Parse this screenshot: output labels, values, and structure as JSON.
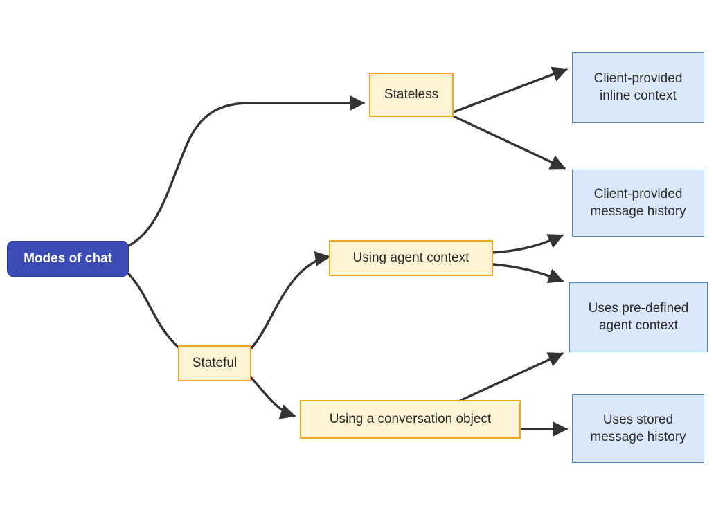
{
  "diagram": {
    "title": "Modes of chat",
    "type": "flowchart",
    "direction": "left-to-right",
    "colors": {
      "root_fill": "#3c4bb5",
      "root_border": "#2f3c96",
      "root_text": "#ffffff",
      "decision_fill": "#fff4d6",
      "decision_border": "#f5a623",
      "outcome_fill": "#dbe8fb",
      "outcome_border": "#4a86c8",
      "edge": "#333333",
      "background": "#ffffff"
    },
    "nodes": [
      {
        "id": "root",
        "label": "Modes of chat",
        "kind": "root"
      },
      {
        "id": "stateless",
        "label": "Stateless",
        "kind": "decision"
      },
      {
        "id": "stateful",
        "label": "Stateful",
        "kind": "decision"
      },
      {
        "id": "agentctx",
        "label": "Using agent context",
        "kind": "decision"
      },
      {
        "id": "convobj",
        "label": "Using a conversation object",
        "kind": "decision"
      },
      {
        "id": "inline",
        "label": "Client-provided\ninline context",
        "kind": "outcome"
      },
      {
        "id": "msghistory",
        "label": "Client-provided\nmessage history",
        "kind": "outcome"
      },
      {
        "id": "predefined",
        "label": "Uses pre-defined\nagent context",
        "kind": "outcome"
      },
      {
        "id": "stored",
        "label": "Uses stored\nmessage history",
        "kind": "outcome"
      }
    ],
    "edges": [
      {
        "from": "root",
        "to": "stateless"
      },
      {
        "from": "root",
        "to": "stateful"
      },
      {
        "from": "stateless",
        "to": "inline"
      },
      {
        "from": "stateless",
        "to": "msghistory"
      },
      {
        "from": "stateful",
        "to": "agentctx"
      },
      {
        "from": "stateful",
        "to": "convobj"
      },
      {
        "from": "agentctx",
        "to": "msghistory"
      },
      {
        "from": "agentctx",
        "to": "predefined"
      },
      {
        "from": "convobj",
        "to": "predefined"
      },
      {
        "from": "convobj",
        "to": "stored"
      }
    ]
  }
}
